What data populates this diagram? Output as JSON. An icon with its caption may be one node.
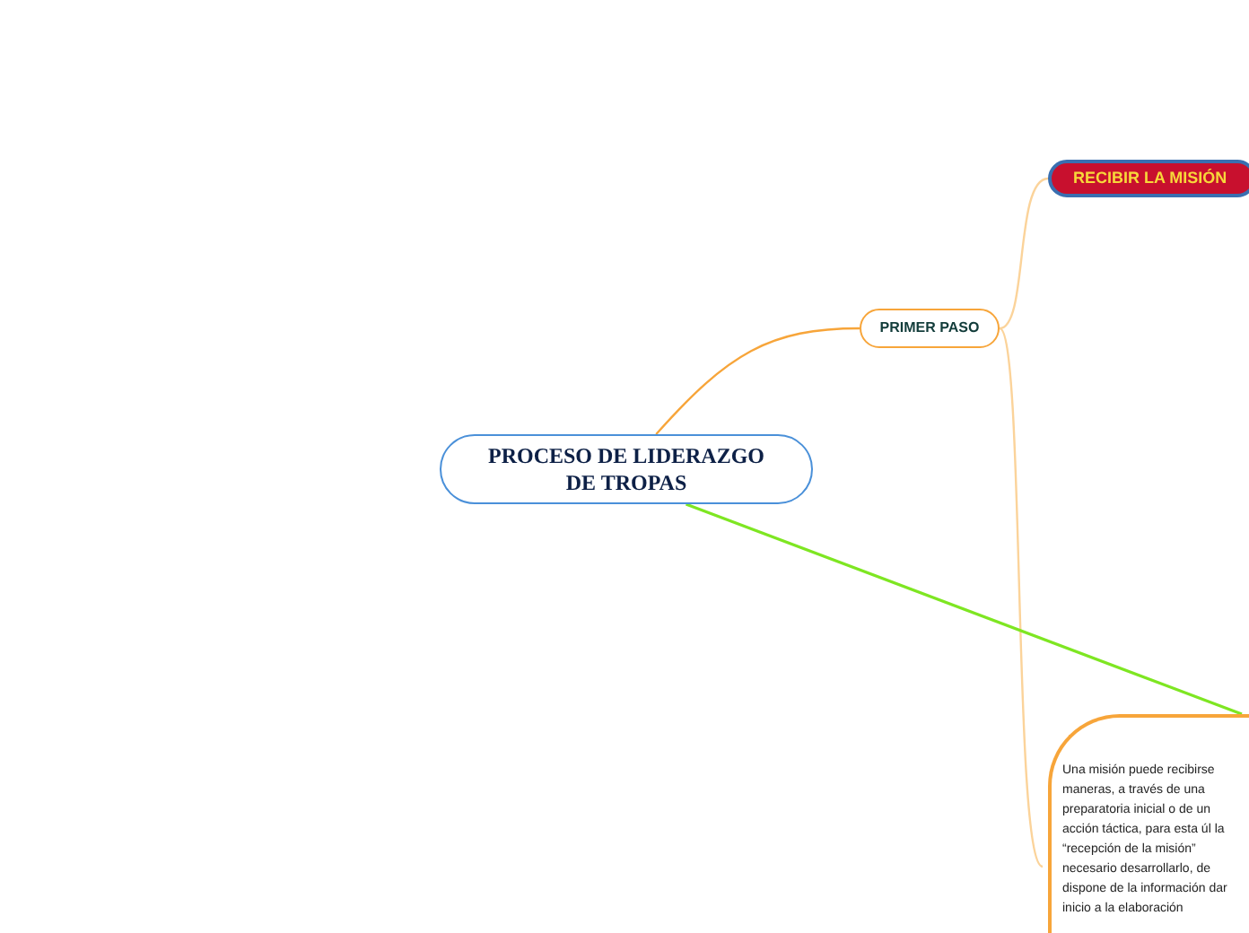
{
  "diagram": {
    "nodes": [
      {
        "text": [
          "PROCESO DE LIDERAZGO DE TROPAS"
        ]
      },
      {
        "text": [
          "PRIMER PASO"
        ]
      },
      {
        "text": [
          "RECIBIR LA MISIÓN"
        ]
      },
      {
        "text": [
          "Una misión puede recibirse maneras, a través de una preparatoria inicial o de un acción táctica, para esta úl la “recepción de la misión” necesario desarrollarlo, de dispone de la información dar inicio a la elaboración"
        ]
      }
    ],
    "edges": [
      {
        "from": 0,
        "to": 1,
        "arrow": "none",
        "color": "#f7a53a"
      },
      {
        "from": 1,
        "to": 2,
        "arrow": "none",
        "color": "#fbd39a"
      },
      {
        "from": 1,
        "to": 3,
        "arrow": "none",
        "color": "#fbd39a"
      },
      {
        "from": 0,
        "to": 3,
        "arrow": "none",
        "color": "#7ee622"
      }
    ]
  }
}
